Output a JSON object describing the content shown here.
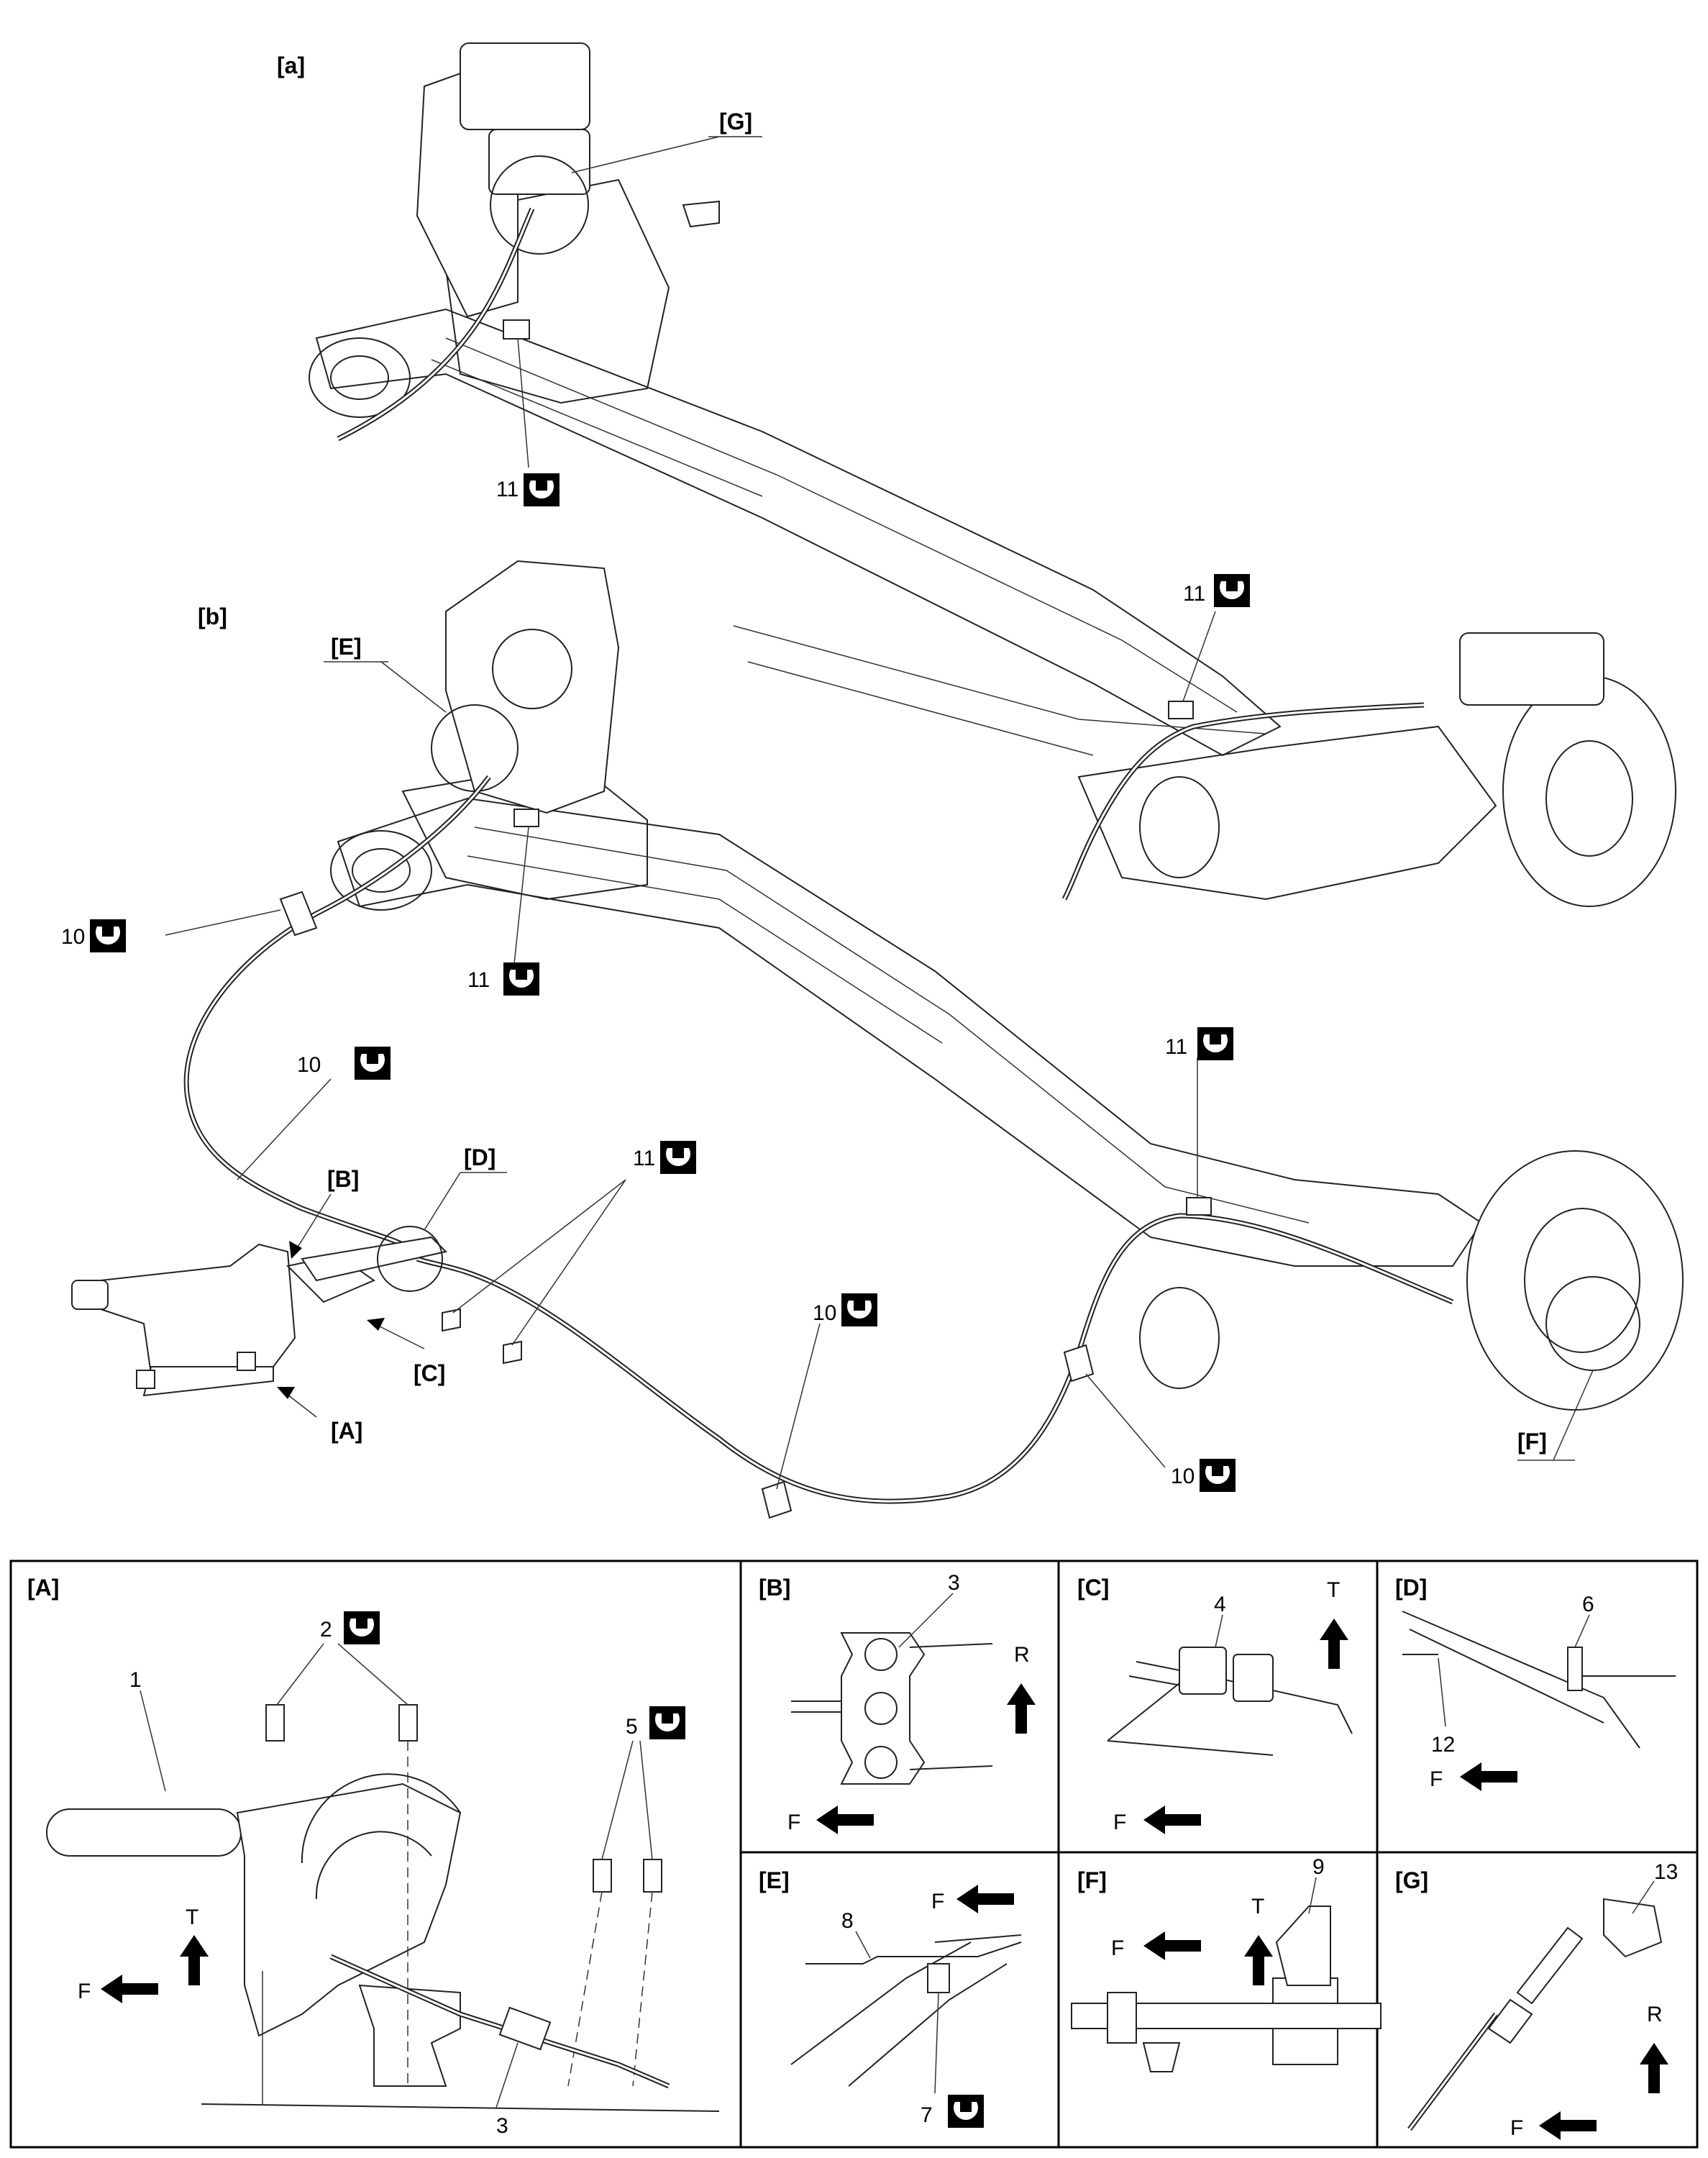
{
  "labels": {
    "view_a": "[a]",
    "view_b": "[b]",
    "ref_G": "[G]",
    "ref_E": "[E]",
    "ref_B": "[B]",
    "ref_D": "[D]",
    "ref_C": "[C]",
    "ref_A": "[A]",
    "ref_F": "[F]"
  },
  "torque_symbol": "wrench-torque-icon",
  "torque_codes": {
    "a": "(a)",
    "b": "(b)"
  },
  "callouts": {
    "p11_a_top": "11",
    "p11_a_right": "11",
    "p11_a_mid": "11",
    "p11_a_lower_right": "11",
    "p11_b": "11",
    "p10_a_left": "10",
    "p10_b_left": "10",
    "p10_b_bottom": "10",
    "p10_a_bottom": "10"
  },
  "panels": {
    "A": {
      "title": "[A]",
      "p1": "1",
      "p2": "2",
      "p3": "3",
      "p5": "5",
      "dir_T": "T",
      "dir_F": "F"
    },
    "B": {
      "title": "[B]",
      "p3": "3",
      "dir_R": "R",
      "dir_F": "F"
    },
    "C": {
      "title": "[C]",
      "p4": "4",
      "dir_T": "T",
      "dir_F": "F"
    },
    "D": {
      "title": "[D]",
      "p6": "6",
      "p12": "12",
      "dir_F": "F"
    },
    "E": {
      "title": "[E]",
      "p8": "8",
      "p7": "7",
      "dir_F": "F"
    },
    "F": {
      "title": "[F]",
      "p9": "9",
      "dir_T": "T",
      "dir_F": "F"
    },
    "G": {
      "title": "[G]",
      "p13": "13",
      "dir_R": "R",
      "dir_F": "F"
    }
  }
}
